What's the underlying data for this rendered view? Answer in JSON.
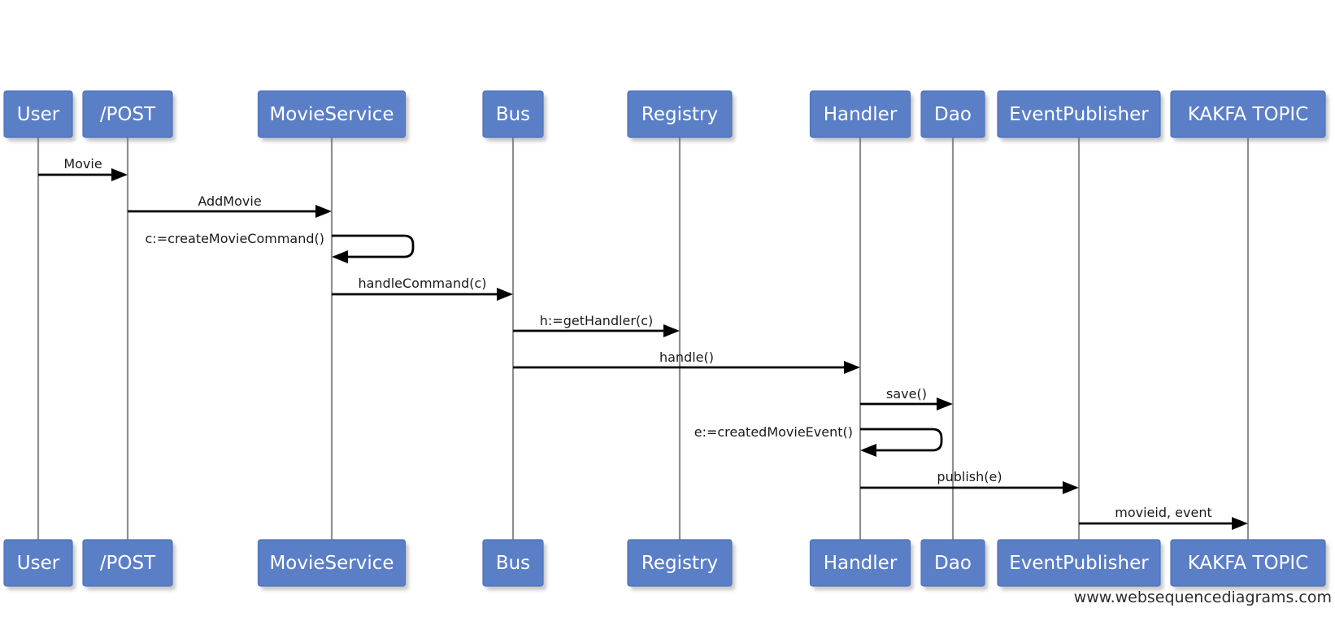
{
  "participants": [
    {
      "id": "user",
      "label": "User"
    },
    {
      "id": "post",
      "label": "/POST"
    },
    {
      "id": "movieservice",
      "label": "MovieService"
    },
    {
      "id": "bus",
      "label": "Bus"
    },
    {
      "id": "registry",
      "label": "Registry"
    },
    {
      "id": "handler",
      "label": "Handler"
    },
    {
      "id": "dao",
      "label": "Dao"
    },
    {
      "id": "eventpublisher",
      "label": "EventPublisher"
    },
    {
      "id": "kafka",
      "label": "KAKFA TOPIC"
    }
  ],
  "messages": [
    {
      "from": "user",
      "to": "post",
      "label": "Movie"
    },
    {
      "from": "post",
      "to": "movieservice",
      "label": "AddMovie"
    },
    {
      "from": "movieservice",
      "to": "movieservice",
      "label": "c:=createMovieCommand()"
    },
    {
      "from": "movieservice",
      "to": "bus",
      "label": "handleCommand(c)"
    },
    {
      "from": "bus",
      "to": "registry",
      "label": "h:=getHandler(c)"
    },
    {
      "from": "bus",
      "to": "handler",
      "label": "handle()"
    },
    {
      "from": "handler",
      "to": "dao",
      "label": "save()"
    },
    {
      "from": "handler",
      "to": "handler",
      "label": "e:=createdMovieEvent()"
    },
    {
      "from": "handler",
      "to": "eventpublisher",
      "label": "publish(e)"
    },
    {
      "from": "eventpublisher",
      "to": "kafka",
      "label": "movieid, event"
    }
  ],
  "watermark": "www.websequencediagrams.com",
  "colors": {
    "participant_fill": "#5b7fc7",
    "participant_text": "#ffffff",
    "lifeline": "#8f8f8f",
    "message": "#000000"
  }
}
